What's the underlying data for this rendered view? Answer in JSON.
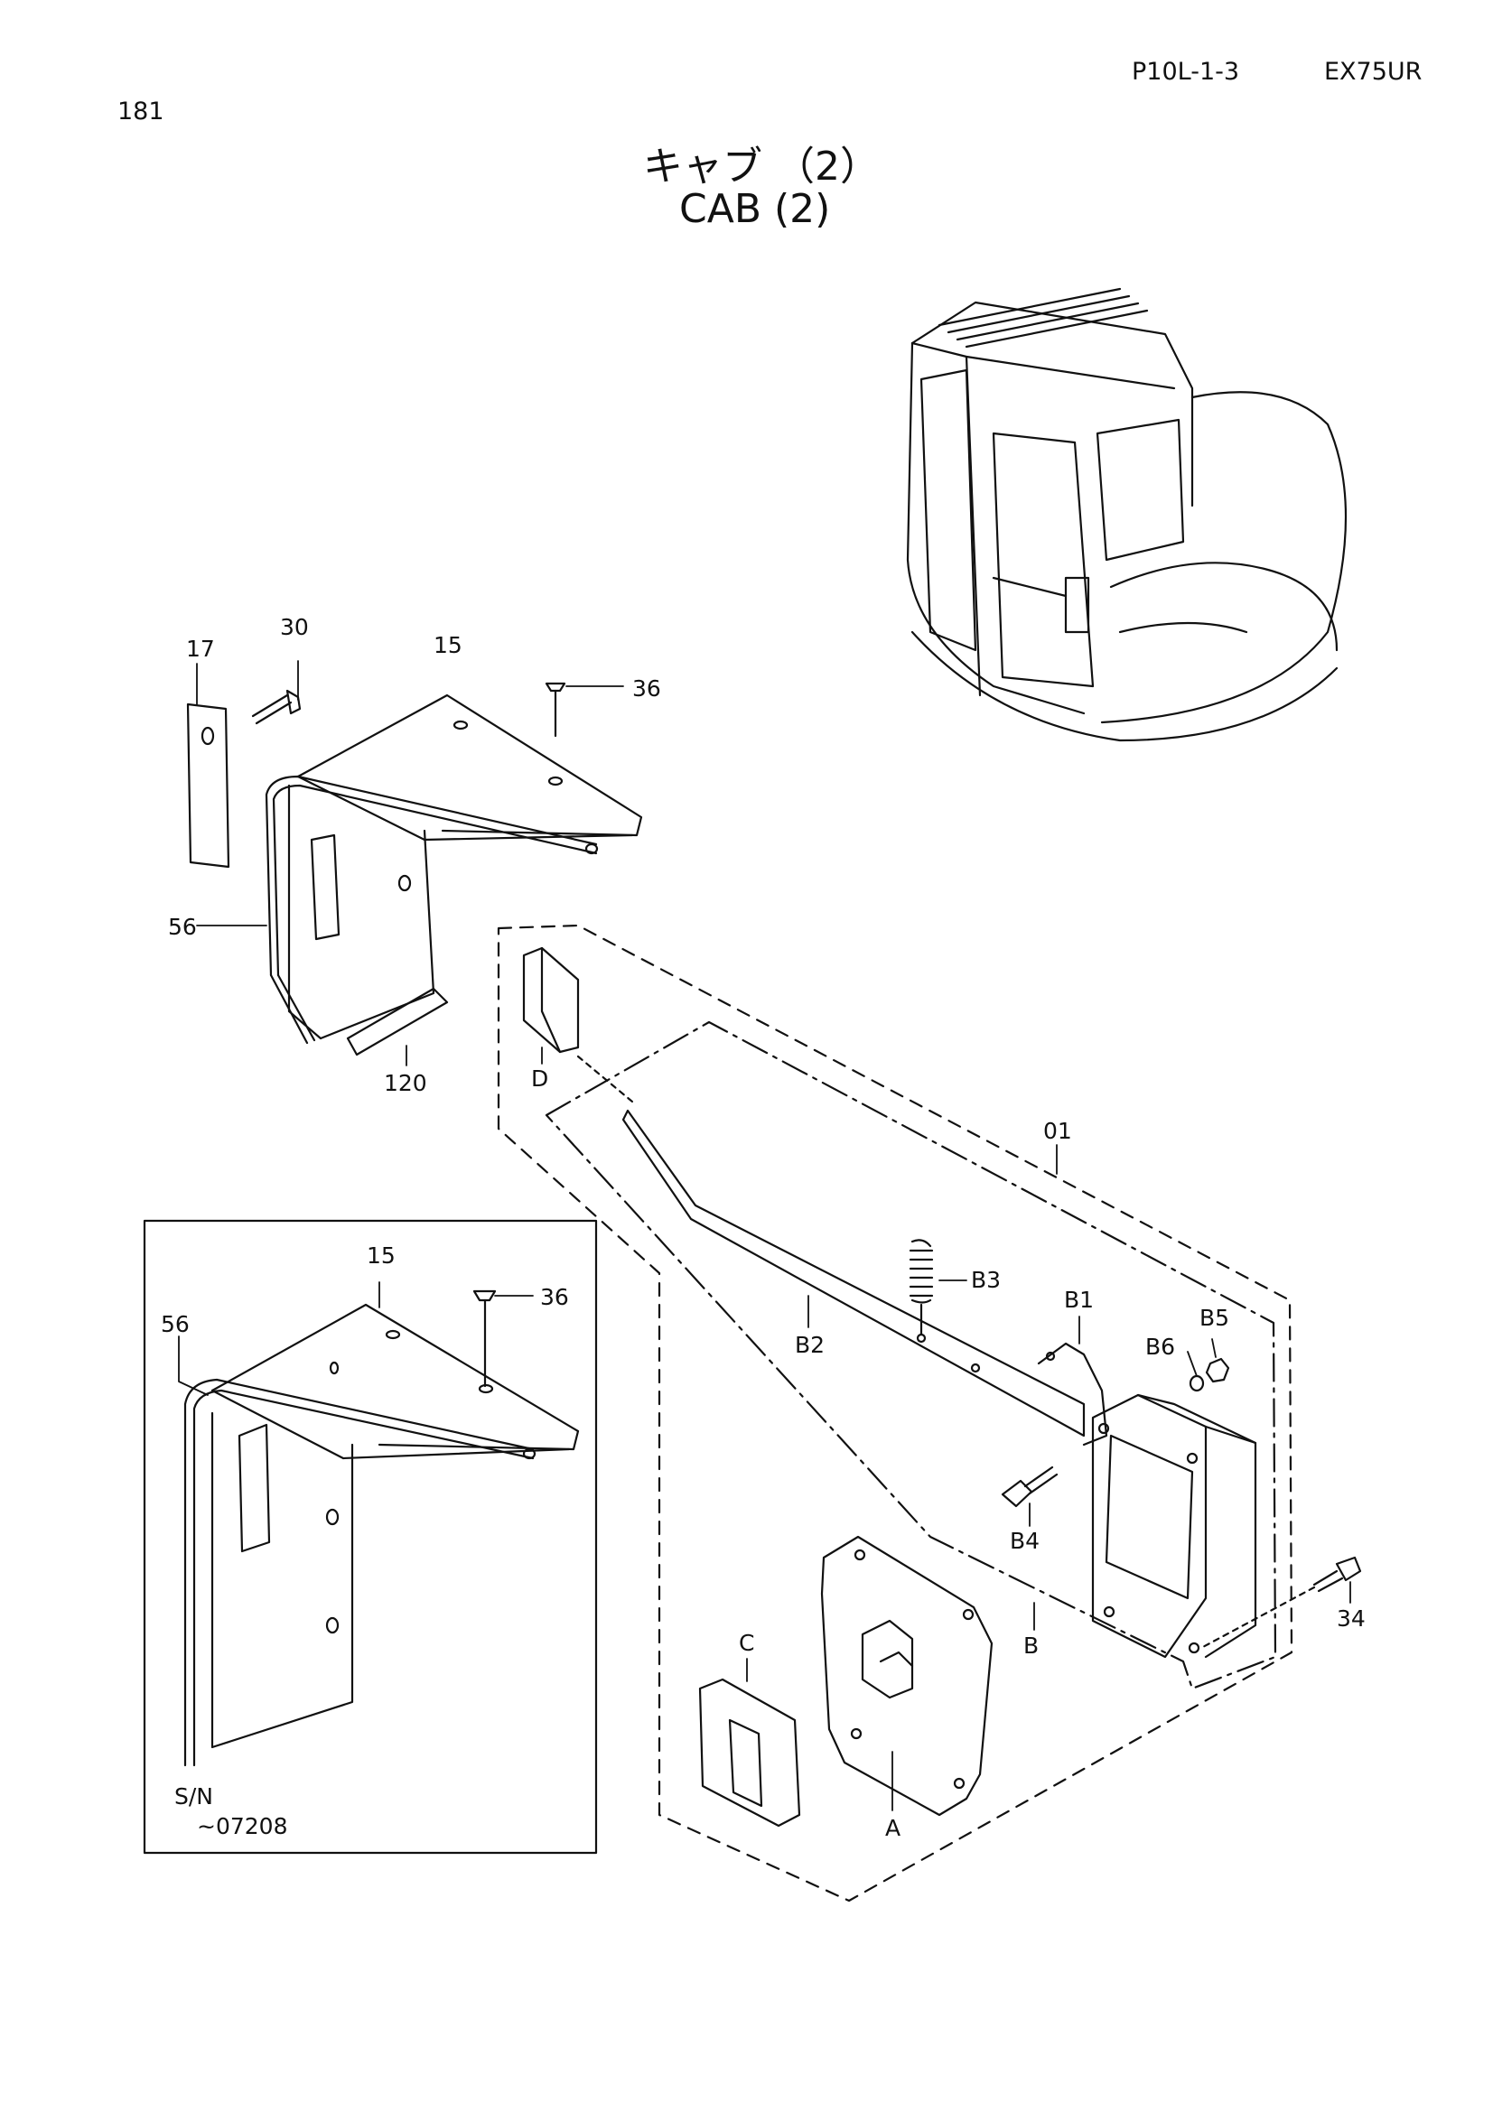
{
  "header": {
    "page_number": "181",
    "section_code": "P10L-1-3",
    "model": "EX75UR"
  },
  "title": {
    "japanese": "キャブ （2）",
    "english": "CAB (2)"
  },
  "labels": {
    "p17": "17",
    "p30": "30",
    "p15": "15",
    "p36": "36",
    "p56": "56",
    "p120": "120",
    "D": "D",
    "p01": "01",
    "B3": "B3",
    "B2": "B2",
    "B1": "B1",
    "B6": "B6",
    "B5": "B5",
    "B4": "B4",
    "p34": "34",
    "B": "B",
    "C": "C",
    "A": "A",
    "inset_15": "15",
    "inset_36": "36",
    "inset_56": "56",
    "sn_label": "S/N",
    "sn_range": "~07208"
  }
}
